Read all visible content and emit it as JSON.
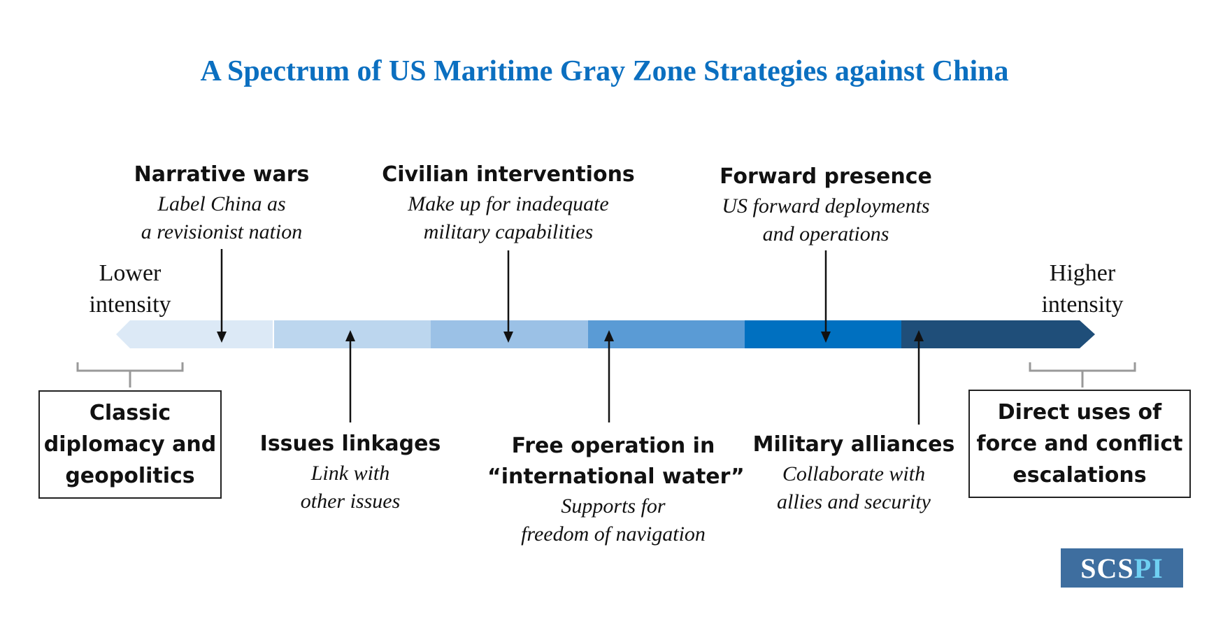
{
  "title": "A Spectrum of US Maritime Gray Zone Strategies against China",
  "axis": {
    "low_label": [
      "Lower",
      "intensity"
    ],
    "high_label": [
      "Higher",
      "intensity"
    ],
    "segment_colors": [
      "#dce9f6",
      "#bcd6ee",
      "#9bc1e6",
      "#5a9bd5",
      "#0070c0",
      "#1f4e79"
    ]
  },
  "upper_items": [
    {
      "heading": "Narrative wars",
      "desc": [
        "Label China as",
        "a revisionist nation"
      ]
    },
    {
      "heading": "Civilian interventions",
      "desc": [
        "Make up for inadequate",
        "military capabilities"
      ]
    },
    {
      "heading": "Forward presence",
      "desc": [
        "US forward deployments",
        "and operations"
      ]
    }
  ],
  "lower_items": [
    {
      "heading": [
        "Issues linkages"
      ],
      "desc": [
        "Link with",
        "other issues"
      ]
    },
    {
      "heading": [
        "Free operation in",
        "“international water”"
      ],
      "desc": [
        "Supports for",
        "freedom of navigation"
      ]
    },
    {
      "heading": [
        "Military alliances"
      ],
      "desc": [
        "Collaborate with",
        "allies and security"
      ]
    }
  ],
  "end_boxes": {
    "left": [
      "Classic",
      "diplomacy and",
      "geopolitics"
    ],
    "right": [
      "Direct uses of",
      "force and conflict",
      "escalations"
    ]
  },
  "logo": {
    "part1": "SCS",
    "part2": "PI"
  }
}
